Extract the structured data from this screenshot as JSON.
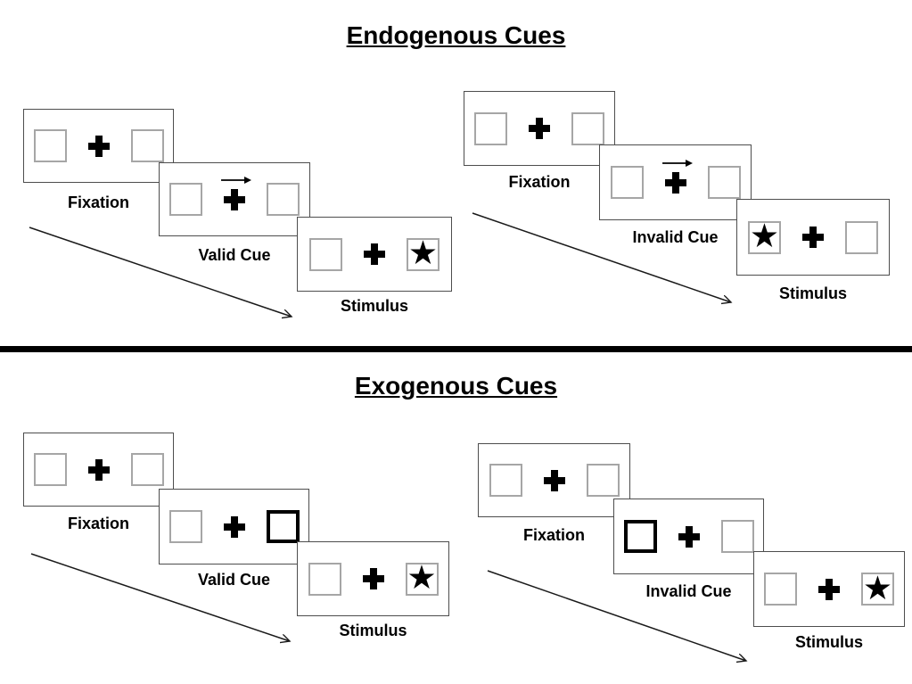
{
  "figure": {
    "type": "posner-spatial-cueing-paradigm-diagram",
    "background": "#ffffff"
  },
  "colors": {
    "card_border": "#4d4d4d",
    "placeholder_box_border": "#a6a6a6",
    "cue_highlight_border": "#000000",
    "text": "#000000",
    "divider": "#000000"
  },
  "symbols": {
    "star": "★",
    "fixation_cross": "heavy-plus-cross",
    "cue_arrow": "thin-right-arrow"
  },
  "sections": [
    {
      "title": "Endogenous Cues",
      "sequences": [
        {
          "type": "valid",
          "steps": [
            {
              "label": "Fixation",
              "left_box": "empty",
              "right_box": "empty",
              "cue": "none"
            },
            {
              "label": "Valid Cue",
              "left_box": "empty",
              "right_box": "empty",
              "cue": "arrow-right-above-fixation"
            },
            {
              "label": "Stimulus",
              "left_box": "empty",
              "right_box": "star",
              "cue": "none"
            }
          ]
        },
        {
          "type": "invalid",
          "steps": [
            {
              "label": "Fixation",
              "left_box": "empty",
              "right_box": "empty",
              "cue": "none"
            },
            {
              "label": "Invalid Cue",
              "left_box": "empty",
              "right_box": "empty",
              "cue": "arrow-right-above-fixation"
            },
            {
              "label": "Stimulus",
              "left_box": "star",
              "right_box": "empty",
              "cue": "none"
            }
          ]
        }
      ]
    },
    {
      "title": "Exogenous Cues",
      "sequences": [
        {
          "type": "valid",
          "steps": [
            {
              "label": "Fixation",
              "left_box": "empty",
              "right_box": "empty",
              "cue": "none"
            },
            {
              "label": "Valid Cue",
              "left_box": "empty",
              "right_box": "highlighted-bold",
              "cue": "right-box-highlight"
            },
            {
              "label": "Stimulus",
              "left_box": "empty",
              "right_box": "star",
              "cue": "none"
            }
          ]
        },
        {
          "type": "invalid",
          "steps": [
            {
              "label": "Fixation",
              "left_box": "empty",
              "right_box": "empty",
              "cue": "none"
            },
            {
              "label": "Invalid Cue",
              "left_box": "highlighted-bold",
              "right_box": "empty",
              "cue": "left-box-highlight"
            },
            {
              "label": "Stimulus",
              "left_box": "empty",
              "right_box": "star",
              "cue": "none"
            }
          ]
        }
      ]
    }
  ]
}
